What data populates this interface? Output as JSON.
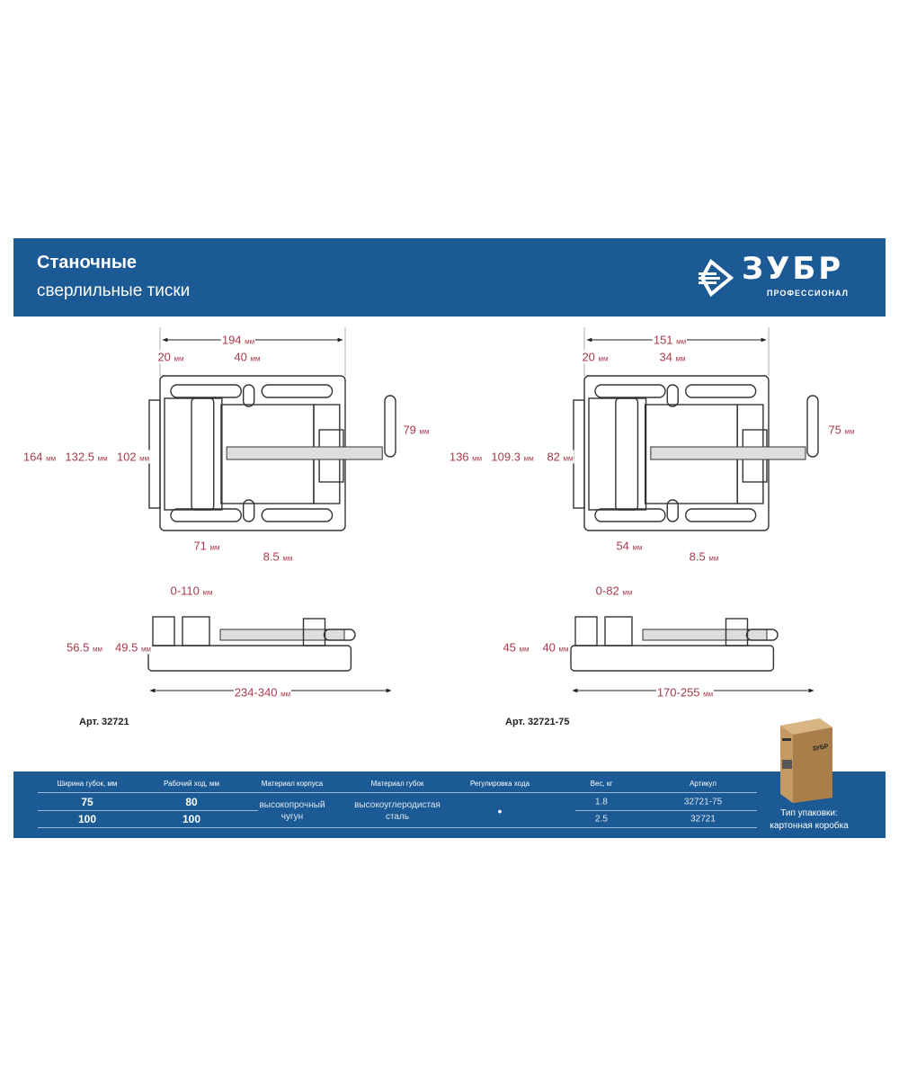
{
  "header": {
    "title": "Станочные",
    "subtitle": "сверлильные тиски",
    "brand": "ЗУБР",
    "brand_sub": "ПРОФЕССИОНАЛ"
  },
  "products": [
    {
      "article": "Арт. 32721",
      "top": {
        "length": "194",
        "slot_offset": "20",
        "slot_width": "40",
        "base_width": "164",
        "slot_span": "132.5",
        "jaw_width": "102",
        "handle": "79",
        "jaw_to_slot": "71",
        "slot_gap": "8.5"
      },
      "side": {
        "opening": "0-110",
        "height": "56.5",
        "jaw_height": "49.5",
        "overall_length": "234-340"
      }
    },
    {
      "article": "Арт. 32721-75",
      "top": {
        "length": "151",
        "slot_offset": "20",
        "slot_width": "34",
        "base_width": "136",
        "slot_span": "109.3",
        "jaw_width": "82",
        "handle": "75",
        "jaw_to_slot": "54",
        "slot_gap": "8.5"
      },
      "side": {
        "opening": "0-82",
        "height": "45",
        "jaw_height": "40",
        "overall_length": "170-255"
      }
    }
  ],
  "unit": "мм",
  "table": {
    "headers": [
      "Ширина губок, мм",
      "Рабочий ход, мм",
      "Материал корпуса",
      "Материал губок",
      "Регулировка хода",
      "Вес, кг",
      "Артикул"
    ],
    "rows": [
      {
        "jaw_width": "75",
        "stroke": "80",
        "weight": "1.8",
        "article": "32721-75"
      },
      {
        "jaw_width": "100",
        "stroke": "100",
        "weight": "2.5",
        "article": "32721"
      }
    ],
    "body_material": [
      "высокопрочный",
      "чугун"
    ],
    "jaw_material": [
      "высокоуглеродистая",
      "сталь"
    ],
    "adjust": "•"
  },
  "packaging": {
    "label_line1": "Тип упаковки:",
    "label_line2": "картонная коробка",
    "box_brand": "ЗУБР"
  },
  "colors": {
    "band": "#1b5a94",
    "dimension": "#a83a4c"
  }
}
